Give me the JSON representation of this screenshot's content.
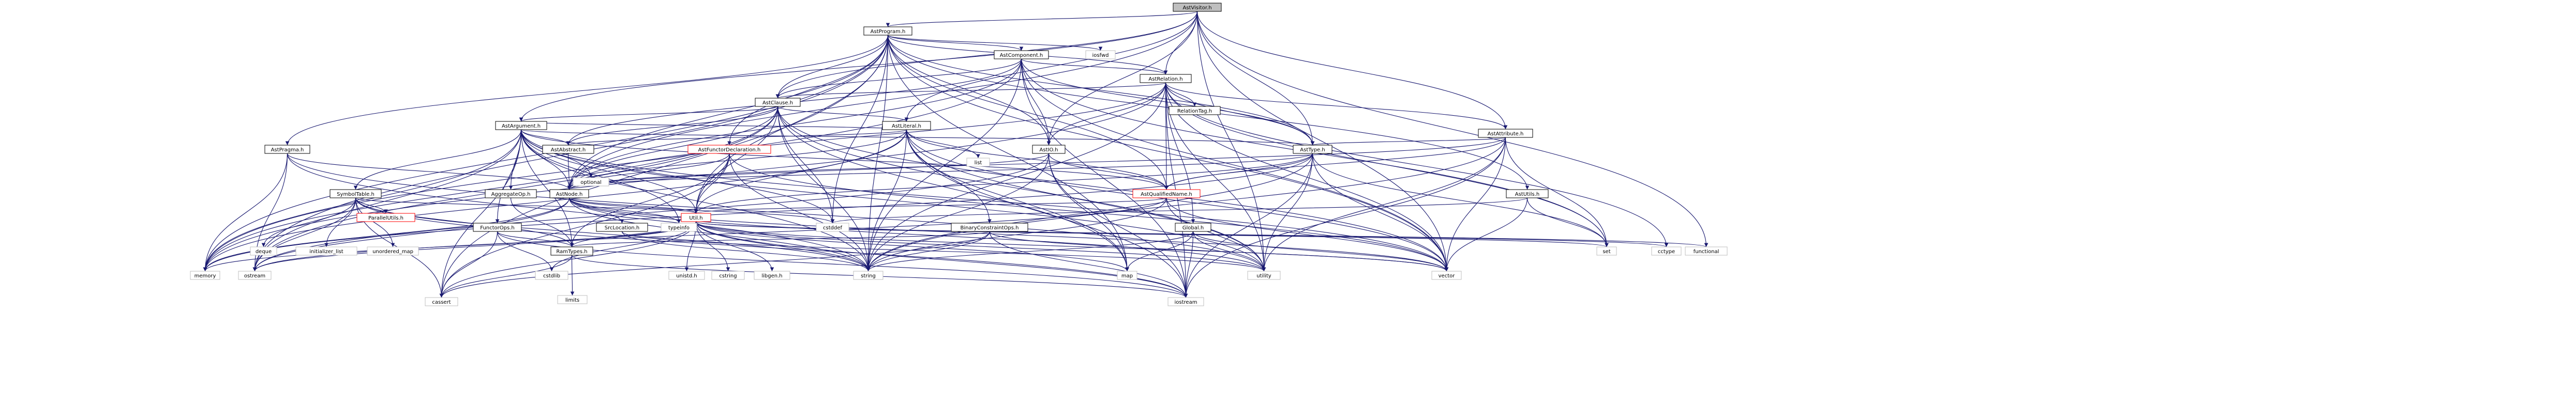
{
  "graph": {
    "root": "AstVisitor.h",
    "nodes": [
      {
        "id": "AstVisitor.h",
        "kind": "root"
      },
      {
        "id": "AstProgram.h"
      },
      {
        "id": "AstComponent.h"
      },
      {
        "id": "AstRelation.h"
      },
      {
        "id": "AstClause.h"
      },
      {
        "id": "AstArgument.h"
      },
      {
        "id": "AstLiteral.h"
      },
      {
        "id": "AstAttribute.h"
      },
      {
        "id": "AstType.h"
      },
      {
        "id": "AstIO.h"
      },
      {
        "id": "AstPragma.h"
      },
      {
        "id": "AstAbstract.h"
      },
      {
        "id": "AstFunctorDeclaration.h",
        "kind": "red"
      },
      {
        "id": "AstNode.h"
      },
      {
        "id": "AstQualifiedName.h",
        "kind": "red"
      },
      {
        "id": "AstUtils.h"
      },
      {
        "id": "SymbolTable.h"
      },
      {
        "id": "AggregateOp.h"
      },
      {
        "id": "FunctorOps.h"
      },
      {
        "id": "SrcLocation.h"
      },
      {
        "id": "BinaryConstraintOps.h"
      },
      {
        "id": "Global.h"
      },
      {
        "id": "RelationTag.h"
      },
      {
        "id": "RamTypes.h"
      },
      {
        "id": "ParallelUtils.h",
        "kind": "red"
      },
      {
        "id": "Util.h",
        "kind": "red"
      },
      {
        "id": "iosfwd",
        "kind": "grey"
      },
      {
        "id": "optional",
        "kind": "grey"
      },
      {
        "id": "list",
        "kind": "grey"
      },
      {
        "id": "typeinfo",
        "kind": "grey"
      },
      {
        "id": "cstddef",
        "kind": "grey"
      },
      {
        "id": "deque",
        "kind": "grey"
      },
      {
        "id": "initializer_list",
        "kind": "grey"
      },
      {
        "id": "unordered_map",
        "kind": "grey"
      },
      {
        "id": "memory",
        "kind": "grey"
      },
      {
        "id": "ostream",
        "kind": "grey"
      },
      {
        "id": "cstdlib",
        "kind": "grey"
      },
      {
        "id": "cassert",
        "kind": "grey"
      },
      {
        "id": "limits",
        "kind": "grey"
      },
      {
        "id": "unistd.h",
        "kind": "grey"
      },
      {
        "id": "cstring",
        "kind": "grey"
      },
      {
        "id": "libgen.h",
        "kind": "grey"
      },
      {
        "id": "string",
        "kind": "grey"
      },
      {
        "id": "map",
        "kind": "grey"
      },
      {
        "id": "utility",
        "kind": "grey"
      },
      {
        "id": "iostream",
        "kind": "grey"
      },
      {
        "id": "set",
        "kind": "grey"
      },
      {
        "id": "vector",
        "kind": "grey"
      },
      {
        "id": "cctype",
        "kind": "grey"
      },
      {
        "id": "functional",
        "kind": "grey"
      }
    ],
    "edges": [
      [
        "AstVisitor.h",
        "AstProgram.h"
      ],
      [
        "AstVisitor.h",
        "AstArgument.h"
      ],
      [
        "AstVisitor.h",
        "AstAttribute.h"
      ],
      [
        "AstVisitor.h",
        "AstClause.h"
      ],
      [
        "AstVisitor.h",
        "AstIO.h"
      ],
      [
        "AstVisitor.h",
        "AstLiteral.h"
      ],
      [
        "AstVisitor.h",
        "AstNode.h"
      ],
      [
        "AstVisitor.h",
        "AstRelation.h"
      ],
      [
        "AstVisitor.h",
        "AstType.h"
      ],
      [
        "AstVisitor.h",
        "functional"
      ],
      [
        "AstVisitor.h",
        "vector"
      ],
      [
        "AstVisitor.h",
        "utility"
      ],
      [
        "AstProgram.h",
        "AstComponent.h"
      ],
      [
        "AstProgram.h",
        "AstRelation.h"
      ],
      [
        "AstProgram.h",
        "AstClause.h"
      ],
      [
        "AstProgram.h",
        "AstIO.h"
      ],
      [
        "AstProgram.h",
        "AstPragma.h"
      ],
      [
        "AstProgram.h",
        "AstFunctorDeclaration.h"
      ],
      [
        "AstProgram.h",
        "AstType.h"
      ],
      [
        "AstProgram.h",
        "AstUtils.h"
      ],
      [
        "AstProgram.h",
        "AstQualifiedName.h"
      ],
      [
        "AstProgram.h",
        "AstNode.h"
      ],
      [
        "AstProgram.h",
        "Util.h"
      ],
      [
        "AstProgram.h",
        "iosfwd"
      ],
      [
        "AstProgram.h",
        "cassert"
      ],
      [
        "AstProgram.h",
        "memory"
      ],
      [
        "AstProgram.h",
        "cstddef"
      ],
      [
        "AstProgram.h",
        "string"
      ],
      [
        "AstProgram.h",
        "map"
      ],
      [
        "AstProgram.h",
        "vector"
      ],
      [
        "AstProgram.h",
        "ostream"
      ],
      [
        "AstComponent.h",
        "AstClause.h"
      ],
      [
        "AstComponent.h",
        "AstRelation.h"
      ],
      [
        "AstComponent.h",
        "AstIO.h"
      ],
      [
        "AstComponent.h",
        "AstType.h"
      ],
      [
        "AstComponent.h",
        "AstAbstract.h"
      ],
      [
        "AstComponent.h",
        "AstNode.h"
      ],
      [
        "AstComponent.h",
        "memory"
      ],
      [
        "AstComponent.h",
        "string"
      ],
      [
        "AstComponent.h",
        "iostream"
      ],
      [
        "AstComponent.h",
        "vector"
      ],
      [
        "AstComponent.h",
        "set"
      ],
      [
        "AstRelation.h",
        "AstAttribute.h"
      ],
      [
        "AstRelation.h",
        "AstClause.h"
      ],
      [
        "AstRelation.h",
        "AstIO.h"
      ],
      [
        "AstRelation.h",
        "AstNode.h"
      ],
      [
        "AstRelation.h",
        "AstQualifiedName.h"
      ],
      [
        "AstRelation.h",
        "AstType.h"
      ],
      [
        "AstRelation.h",
        "RelationTag.h"
      ],
      [
        "AstRelation.h",
        "Global.h"
      ],
      [
        "AstRelation.h",
        "set"
      ],
      [
        "AstRelation.h",
        "vector"
      ],
      [
        "AstRelation.h",
        "utility"
      ],
      [
        "AstRelation.h",
        "string"
      ],
      [
        "AstRelation.h",
        "cctype"
      ],
      [
        "AstRelation.h",
        "iostream"
      ],
      [
        "AstRelation.h",
        "memory"
      ],
      [
        "AstClause.h",
        "AstArgument.h"
      ],
      [
        "AstClause.h",
        "AstLiteral.h"
      ],
      [
        "AstClause.h",
        "AstNode.h"
      ],
      [
        "AstClause.h",
        "AstAbstract.h"
      ],
      [
        "AstClause.h",
        "Util.h"
      ],
      [
        "AstClause.h",
        "cstddef"
      ],
      [
        "AstClause.h",
        "string"
      ],
      [
        "AstClause.h",
        "utility"
      ],
      [
        "AstClause.h",
        "vector"
      ],
      [
        "AstClause.h",
        "memory"
      ],
      [
        "AstClause.h",
        "ostream"
      ],
      [
        "AstClause.h",
        "map"
      ],
      [
        "AstArgument.h",
        "AstAbstract.h"
      ],
      [
        "AstArgument.h",
        "AstNode.h"
      ],
      [
        "AstArgument.h",
        "AstQualifiedName.h"
      ],
      [
        "AstArgument.h",
        "AstType.h"
      ],
      [
        "AstArgument.h",
        "AggregateOp.h"
      ],
      [
        "AstArgument.h",
        "FunctorOps.h"
      ],
      [
        "AstArgument.h",
        "SymbolTable.h"
      ],
      [
        "AstArgument.h",
        "Util.h"
      ],
      [
        "AstArgument.h",
        "RamTypes.h"
      ],
      [
        "AstArgument.h",
        "optional"
      ],
      [
        "AstArgument.h",
        "cstddef"
      ],
      [
        "AstArgument.h",
        "cassert"
      ],
      [
        "AstArgument.h",
        "memory"
      ],
      [
        "AstArgument.h",
        "ostream"
      ],
      [
        "AstArgument.h",
        "string"
      ],
      [
        "AstArgument.h",
        "utility"
      ],
      [
        "AstArgument.h",
        "vector"
      ],
      [
        "AstArgument.h",
        "typeinfo"
      ],
      [
        "AstLiteral.h",
        "AstArgument.h"
      ],
      [
        "AstLiteral.h",
        "AstNode.h"
      ],
      [
        "AstLiteral.h",
        "AstAbstract.h"
      ],
      [
        "AstLiteral.h",
        "AstQualifiedName.h"
      ],
      [
        "AstLiteral.h",
        "BinaryConstraintOps.h"
      ],
      [
        "AstLiteral.h",
        "Util.h"
      ],
      [
        "AstLiteral.h",
        "list"
      ],
      [
        "AstLiteral.h",
        "string"
      ],
      [
        "AstLiteral.h",
        "map"
      ],
      [
        "AstLiteral.h",
        "iostream"
      ],
      [
        "AstLiteral.h",
        "memory"
      ],
      [
        "AstLiteral.h",
        "utility"
      ],
      [
        "AstLiteral.h",
        "vector"
      ],
      [
        "AstAttribute.h",
        "AstNode.h"
      ],
      [
        "AstAttribute.h",
        "AstQualifiedName.h"
      ],
      [
        "AstAttribute.h",
        "AstType.h"
      ],
      [
        "AstAttribute.h",
        "set"
      ],
      [
        "AstAttribute.h",
        "string"
      ],
      [
        "AstAttribute.h",
        "iostream"
      ],
      [
        "AstAttribute.h",
        "vector"
      ],
      [
        "AstAttribute.h",
        "utility"
      ],
      [
        "AstType.h",
        "AstNode.h"
      ],
      [
        "AstType.h",
        "AstQualifiedName.h"
      ],
      [
        "AstType.h",
        "Util.h"
      ],
      [
        "AstType.h",
        "set"
      ],
      [
        "AstType.h",
        "string"
      ],
      [
        "AstType.h",
        "vector"
      ],
      [
        "AstType.h",
        "iostream"
      ],
      [
        "AstType.h",
        "utility"
      ],
      [
        "AstType.h",
        "memory"
      ],
      [
        "AstIO.h",
        "AstNode.h"
      ],
      [
        "AstIO.h",
        "AstQualifiedName.h"
      ],
      [
        "AstIO.h",
        "string"
      ],
      [
        "AstIO.h",
        "map"
      ],
      [
        "AstIO.h",
        "ostream"
      ],
      [
        "AstIO.h",
        "iostream"
      ],
      [
        "AstPragma.h",
        "AstNode.h"
      ],
      [
        "AstPragma.h",
        "string"
      ],
      [
        "AstPragma.h",
        "ostream"
      ],
      [
        "AstPragma.h",
        "memory"
      ],
      [
        "AstPragma.h",
        "utility"
      ],
      [
        "AstAbstract.h",
        "AstNode.h"
      ],
      [
        "AstFunctorDeclaration.h",
        "AstNode.h"
      ],
      [
        "AstFunctorDeclaration.h",
        "RamTypes.h"
      ],
      [
        "AstFunctorDeclaration.h",
        "Util.h"
      ],
      [
        "AstFunctorDeclaration.h",
        "string"
      ],
      [
        "AstFunctorDeclaration.h",
        "vector"
      ],
      [
        "AstFunctorDeclaration.h",
        "cassert"
      ],
      [
        "AstNode.h",
        "SrcLocation.h"
      ],
      [
        "AstNode.h",
        "Util.h"
      ],
      [
        "AstNode.h",
        "typeinfo"
      ],
      [
        "AstNode.h",
        "memory"
      ],
      [
        "AstNode.h",
        "ostream"
      ],
      [
        "AstNode.h",
        "string"
      ],
      [
        "AstNode.h",
        "utility"
      ],
      [
        "AstNode.h",
        "vector"
      ],
      [
        "AstNode.h",
        "cstddef"
      ],
      [
        "AstQualifiedName.h",
        "Util.h"
      ],
      [
        "AstQualifiedName.h",
        "string"
      ],
      [
        "AstQualifiedName.h",
        "vector"
      ],
      [
        "AstQualifiedName.h",
        "ostream"
      ],
      [
        "AstQualifiedName.h",
        "utility"
      ],
      [
        "AstUtils.h",
        "cstddef"
      ],
      [
        "AstUtils.h",
        "set"
      ],
      [
        "AstUtils.h",
        "vector"
      ],
      [
        "SymbolTable.h",
        "ParallelUtils.h"
      ],
      [
        "SymbolTable.h",
        "RamTypes.h"
      ],
      [
        "SymbolTable.h",
        "Util.h"
      ],
      [
        "SymbolTable.h",
        "deque"
      ],
      [
        "SymbolTable.h",
        "initializer_list"
      ],
      [
        "SymbolTable.h",
        "unordered_map"
      ],
      [
        "SymbolTable.h",
        "cassert"
      ],
      [
        "SymbolTable.h",
        "ostream"
      ],
      [
        "SymbolTable.h",
        "string"
      ],
      [
        "SymbolTable.h",
        "iostream"
      ],
      [
        "AggregateOp.h",
        "RamTypes.h"
      ],
      [
        "FunctorOps.h",
        "RamTypes.h"
      ],
      [
        "FunctorOps.h",
        "cassert"
      ],
      [
        "FunctorOps.h",
        "cstdlib"
      ],
      [
        "FunctorOps.h",
        "iostream"
      ],
      [
        "SrcLocation.h",
        "string"
      ],
      [
        "SrcLocation.h",
        "utility"
      ],
      [
        "BinaryConstraintOps.h",
        "RamTypes.h"
      ],
      [
        "BinaryConstraintOps.h",
        "cassert"
      ],
      [
        "BinaryConstraintOps.h",
        "iostream"
      ],
      [
        "BinaryConstraintOps.h",
        "string"
      ],
      [
        "BinaryConstraintOps.h",
        "vector"
      ],
      [
        "Global.h",
        "string"
      ],
      [
        "Global.h",
        "map"
      ],
      [
        "Global.h",
        "iostream"
      ],
      [
        "Global.h",
        "vector"
      ],
      [
        "Global.h",
        "utility"
      ],
      [
        "RamTypes.h",
        "cassert"
      ],
      [
        "RamTypes.h",
        "limits"
      ],
      [
        "RamTypes.h",
        "iostream"
      ],
      [
        "Util.h",
        "RamTypes.h"
      ],
      [
        "Util.h",
        "cassert"
      ],
      [
        "Util.h",
        "memory"
      ],
      [
        "Util.h",
        "ostream"
      ],
      [
        "Util.h",
        "cstdlib"
      ],
      [
        "Util.h",
        "unistd.h"
      ],
      [
        "Util.h",
        "cstring"
      ],
      [
        "Util.h",
        "libgen.h"
      ],
      [
        "Util.h",
        "string"
      ],
      [
        "Util.h",
        "map"
      ],
      [
        "Util.h",
        "utility"
      ],
      [
        "Util.h",
        "set"
      ],
      [
        "Util.h",
        "vector"
      ],
      [
        "Util.h",
        "iostream"
      ],
      [
        "Util.h",
        "cctype"
      ],
      [
        "Util.h",
        "functional"
      ]
    ]
  },
  "colors": {
    "edge": "#191970",
    "root_fill": "#bfbfbf",
    "box_border": "#000000",
    "red_border": "#ff0000",
    "grey_border": "#bfbfbf",
    "background": "#ffffff"
  }
}
